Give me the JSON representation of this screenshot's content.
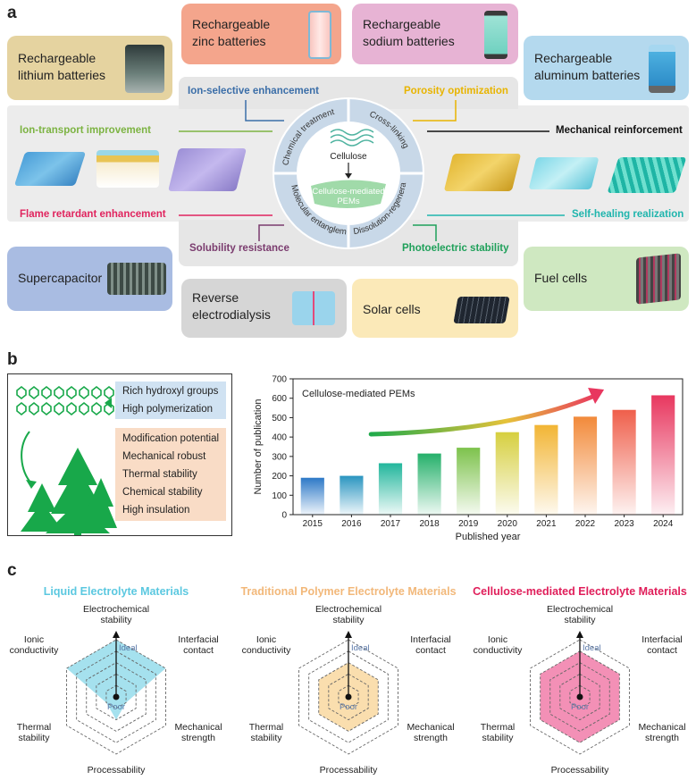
{
  "panels": {
    "a": "a",
    "b": "b",
    "c": "c"
  },
  "panel_a": {
    "applications": [
      {
        "key": "lithium",
        "line1": "Rechargeable",
        "line2": "lithium batteries",
        "color": "#e5d3a0"
      },
      {
        "key": "zinc",
        "line1": "Rechargeable",
        "line2": "zinc batteries",
        "color": "#f4a58c"
      },
      {
        "key": "sodium",
        "line1": "Rechargeable",
        "line2": "sodium batteries",
        "color": "#e7b3d4"
      },
      {
        "key": "aluminum",
        "line1": "Rechargeable",
        "line2": "aluminum batteries",
        "color": "#b4d9ee"
      },
      {
        "key": "supercapacitor",
        "line1": "Supercapacitor",
        "line2": "",
        "color": "#a9bce2"
      },
      {
        "key": "electrodialysis",
        "line1": "Reverse",
        "line2": "electrodialysis",
        "color": "#d6d6d6"
      },
      {
        "key": "solar",
        "line1": "Solar cells",
        "line2": "",
        "color": "#fbe9b8"
      },
      {
        "key": "fuel",
        "line1": "Fuel cells",
        "line2": "",
        "color": "#cfe8c1"
      }
    ],
    "properties": {
      "ion_selective": {
        "text": "Ion-selective enhancement",
        "color": "#3b6ea8"
      },
      "porosity": {
        "text": "Porosity optimization",
        "color": "#e8b400"
      },
      "ion_transport": {
        "text": "Ion-transport  improvement",
        "color": "#7cb342"
      },
      "mechanical": {
        "text": "Mechanical reinforcement",
        "color": "#111111"
      },
      "flame": {
        "text": "Flame retardant enhancement",
        "color": "#e0245e"
      },
      "self_healing": {
        "text": "Self-healing realization",
        "color": "#1fb5ad"
      },
      "solubility": {
        "text": "Solubility resistance",
        "color": "#7a3b6e"
      },
      "photoelectric": {
        "text": "Photoelectric stability",
        "color": "#1fa05a"
      }
    },
    "ring_segments": [
      "Chemical treatment",
      "Cross-linking",
      "Molecular entanglement",
      "Dissolution-regeneration"
    ],
    "center_top": "Cellulose",
    "center_bottom_1": "Cellulose-mediated",
    "center_bottom_2": "PEMs"
  },
  "panel_b": {
    "features_top": [
      "Rich hydroxyl groups",
      "High polymerization"
    ],
    "features_bottom": [
      "Modification potential",
      "Mechanical robust",
      "Thermal stability",
      "Chemical stability",
      "High insulation"
    ]
  },
  "chart_data": [
    {
      "type": "bar",
      "title": "Cellulose-mediated PEMs",
      "xlabel": "Published year",
      "ylabel": "Number of publication",
      "categories": [
        "2015",
        "2016",
        "2017",
        "2018",
        "2019",
        "2020",
        "2021",
        "2022",
        "2023",
        "2024"
      ],
      "values": [
        190,
        200,
        265,
        315,
        345,
        425,
        462,
        505,
        540,
        615
      ],
      "ylim": [
        0,
        700
      ],
      "yticks": [
        0,
        100,
        200,
        300,
        400,
        500,
        600,
        700
      ],
      "colors": [
        "#2d79c7",
        "#2a95c0",
        "#22b69c",
        "#25b06a",
        "#7dc24c",
        "#d6cf3f",
        "#f2b534",
        "#f28a3a",
        "#ef5f4b",
        "#e8375f"
      ]
    },
    {
      "type": "radar",
      "title": "Liquid Electrolyte Materials",
      "color": "#5bc8e0",
      "axes": [
        "Electrochemical stability",
        "Interfacial contact",
        "Mechanical strength",
        "Processability",
        "Thermal stability",
        "Ionic conductivity"
      ],
      "values": [
        5,
        5,
        1,
        2,
        1,
        5
      ],
      "levels": 5,
      "ideal_label": "Ideal",
      "poor_label": "Poor"
    },
    {
      "type": "radar",
      "title": "Traditional Polymer Electrolyte Materials",
      "color": "#f5c26b",
      "axes": [
        "Electrochemical stability",
        "Interfacial contact",
        "Mechanical strength",
        "Processability",
        "Thermal stability",
        "Ionic conductivity"
      ],
      "values": [
        3,
        3,
        3,
        3,
        3,
        3
      ],
      "levels": 5,
      "ideal_label": "Ideal",
      "poor_label": "Poor"
    },
    {
      "type": "radar",
      "title": "Cellulose-mediated Electrolyte Materials",
      "color": "#e9357a",
      "axes": [
        "Electrochemical stability",
        "Interfacial contact",
        "Mechanical strength",
        "Processability",
        "Thermal stability",
        "Ionic conductivity"
      ],
      "values": [
        4,
        4,
        4,
        4,
        4,
        4
      ],
      "levels": 5,
      "ideal_label": "Ideal",
      "poor_label": "Poor"
    }
  ],
  "radar_axis_text": {
    "electrochemical": [
      "Electrochemical",
      "stability"
    ],
    "interfacial": [
      "Interfacial",
      "contact"
    ],
    "mechanical": [
      "Mechanical",
      "strength"
    ],
    "processability": [
      "Processability"
    ],
    "thermal": [
      "Thermal",
      "stability"
    ],
    "ionic": [
      "Ionic",
      "conductivity"
    ]
  }
}
